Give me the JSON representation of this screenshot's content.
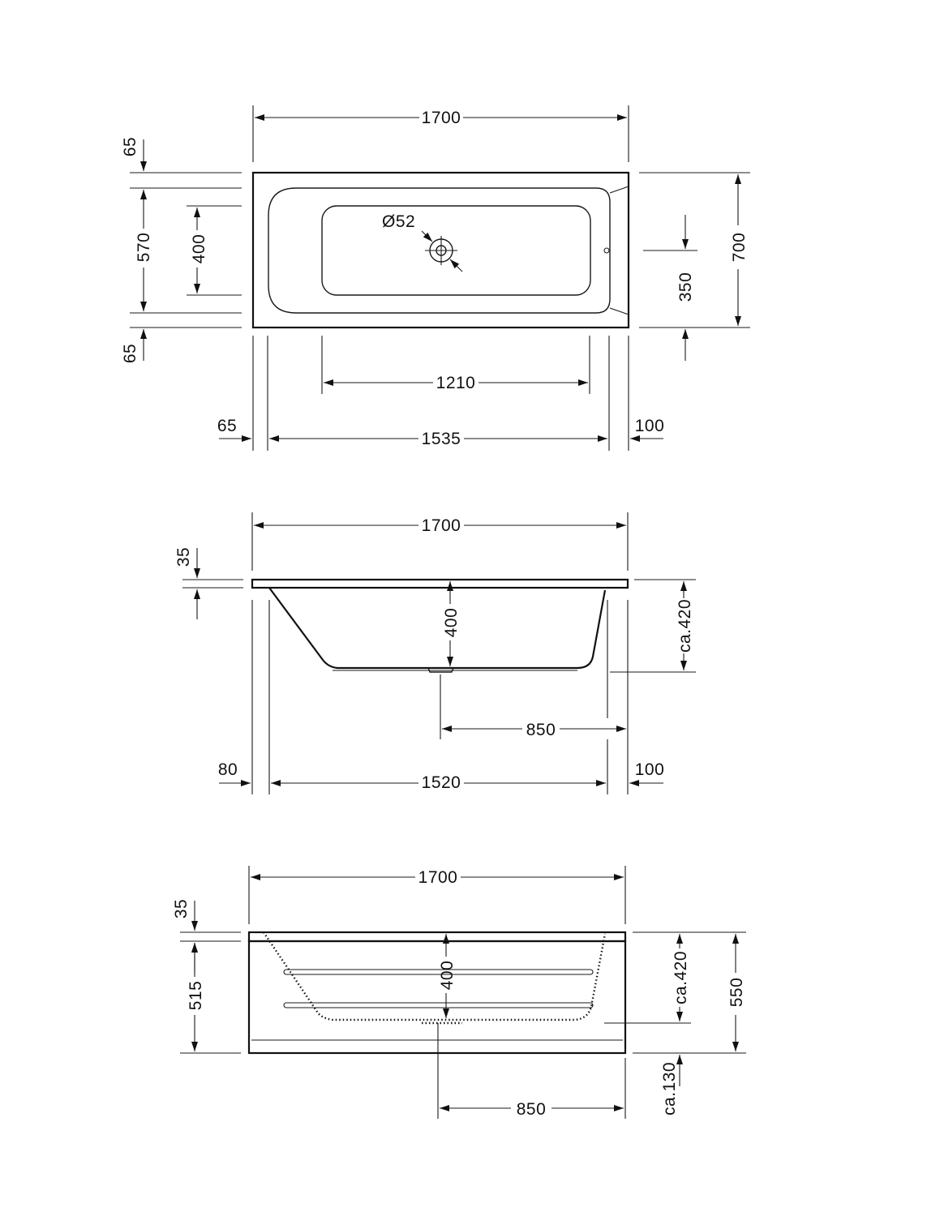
{
  "top_view": {
    "overall_length": "1700",
    "top_rim": "65",
    "inner_width": "570",
    "bottom_rim": "65",
    "basin_width": "400",
    "drain_diameter": "Ø52",
    "drain_offset": "350",
    "overall_width": "700",
    "basin_length": "1210",
    "left_margin": "65",
    "inner_length": "1535",
    "right_margin": "100"
  },
  "section_view": {
    "overall_length": "1700",
    "rim_thickness": "35",
    "depth": "400",
    "approx_height": "ca.420",
    "drain_position": "850",
    "left_margin": "80",
    "inner_length": "1520",
    "right_margin": "100"
  },
  "front_view": {
    "overall_length": "1700",
    "rim_thickness": "35",
    "panel_height": "515",
    "depth": "400",
    "approx_height": "ca.420",
    "total_height": "550",
    "approx_floor": "ca.130",
    "drain_position": "850"
  }
}
